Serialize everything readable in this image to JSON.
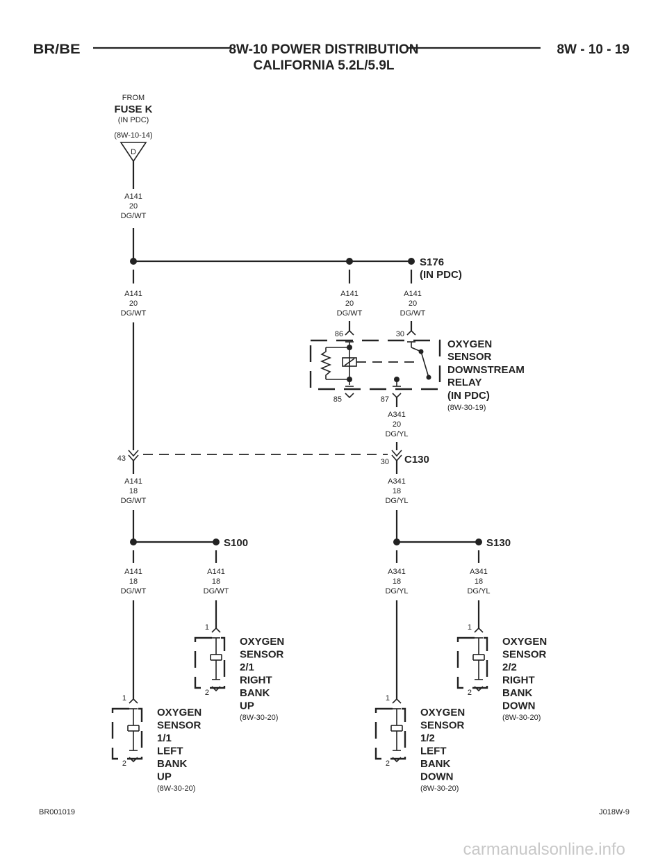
{
  "header": {
    "left": "BR/BE",
    "title_line1": "8W-10 POWER DISTRIBUTION",
    "title_line2": "CALIFORNIA 5.2L/5.9L",
    "right": "8W - 10 - 19"
  },
  "source": {
    "from": "FROM",
    "name": "FUSE K",
    "location": "(IN PDC)",
    "ref": "(8W-10-14)",
    "connector_letter": "D"
  },
  "wires": {
    "a141_20": {
      "circuit": "A141",
      "gauge": "20",
      "color": "DG/WT"
    },
    "a341_20": {
      "circuit": "A341",
      "gauge": "20",
      "color": "DG/YL"
    },
    "a141_18": {
      "circuit": "A141",
      "gauge": "18",
      "color": "DG/WT"
    },
    "a341_18": {
      "circuit": "A341",
      "gauge": "18",
      "color": "DG/YL"
    }
  },
  "splices": {
    "s176": {
      "name": "S176",
      "location": "(IN PDC)"
    },
    "s100": {
      "name": "S100"
    },
    "s130": {
      "name": "S130"
    }
  },
  "relay": {
    "name_lines": [
      "OXYGEN",
      "SENSOR",
      "DOWNSTREAM",
      "RELAY",
      "(IN PDC)"
    ],
    "ref": "(8W-30-19)",
    "pins": {
      "p86": "86",
      "p30": "30",
      "p85": "85",
      "p87": "87"
    }
  },
  "connector_c130": {
    "name": "C130",
    "pin_left": "43",
    "pin_right": "30"
  },
  "sensors": [
    {
      "id": "s11",
      "lines": [
        "OXYGEN",
        "SENSOR",
        "1/1",
        "LEFT",
        "BANK",
        "UP"
      ],
      "ref": "(8W-30-20)",
      "pin_top": "1",
      "pin_bottom": "2"
    },
    {
      "id": "s21",
      "lines": [
        "OXYGEN",
        "SENSOR",
        "2/1",
        "RIGHT",
        "BANK",
        "UP"
      ],
      "ref": "(8W-30-20)",
      "pin_top": "1",
      "pin_bottom": "2"
    },
    {
      "id": "s12",
      "lines": [
        "OXYGEN",
        "SENSOR",
        "1/2",
        "LEFT",
        "BANK",
        "DOWN"
      ],
      "ref": "(8W-30-20)",
      "pin_top": "1",
      "pin_bottom": "2"
    },
    {
      "id": "s22",
      "lines": [
        "OXYGEN",
        "SENSOR",
        "2/2",
        "RIGHT",
        "BANK",
        "DOWN"
      ],
      "ref": "(8W-30-20)",
      "pin_top": "1",
      "pin_bottom": "2"
    }
  ],
  "footer": {
    "left": "BR001019",
    "right": "J018W-9"
  },
  "watermark": "carmanualsonline.info"
}
